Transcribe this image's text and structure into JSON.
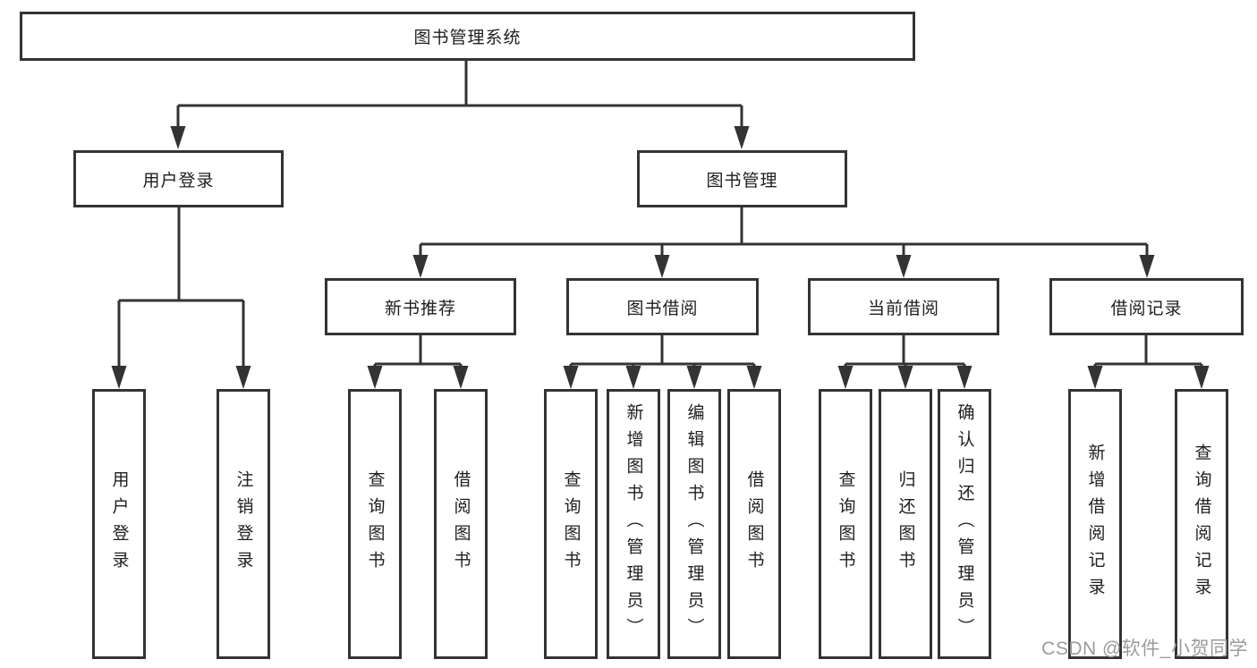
{
  "diagram": {
    "root": {
      "label": "图书管理系统"
    },
    "branches": [
      {
        "label": "用户登录",
        "children": [
          {
            "label": "用户登录"
          },
          {
            "label": "注销登录"
          }
        ]
      },
      {
        "label": "图书管理",
        "children": [
          {
            "label": "新书推荐",
            "children": [
              {
                "label": "查询图书"
              },
              {
                "label": "借阅图书"
              }
            ]
          },
          {
            "label": "图书借阅",
            "children": [
              {
                "label": "查询图书"
              },
              {
                "label": "新增图书（管理员）"
              },
              {
                "label": "编辑图书（管理员）"
              },
              {
                "label": "借阅图书"
              }
            ]
          },
          {
            "label": "当前借阅",
            "children": [
              {
                "label": "查询图书"
              },
              {
                "label": "归还图书"
              },
              {
                "label": "确认归还（管理员）"
              }
            ]
          },
          {
            "label": "借阅记录",
            "children": [
              {
                "label": "新增借阅记录"
              },
              {
                "label": "查询借阅记录"
              }
            ]
          }
        ]
      }
    ],
    "colors": {
      "line": "#333333",
      "box_border": "#333333",
      "text": "#1e1e1e",
      "background": "#ffffff"
    }
  },
  "watermark": {
    "text": "CSDN @软件_小贺同学",
    "color": "#9b9b9b"
  }
}
